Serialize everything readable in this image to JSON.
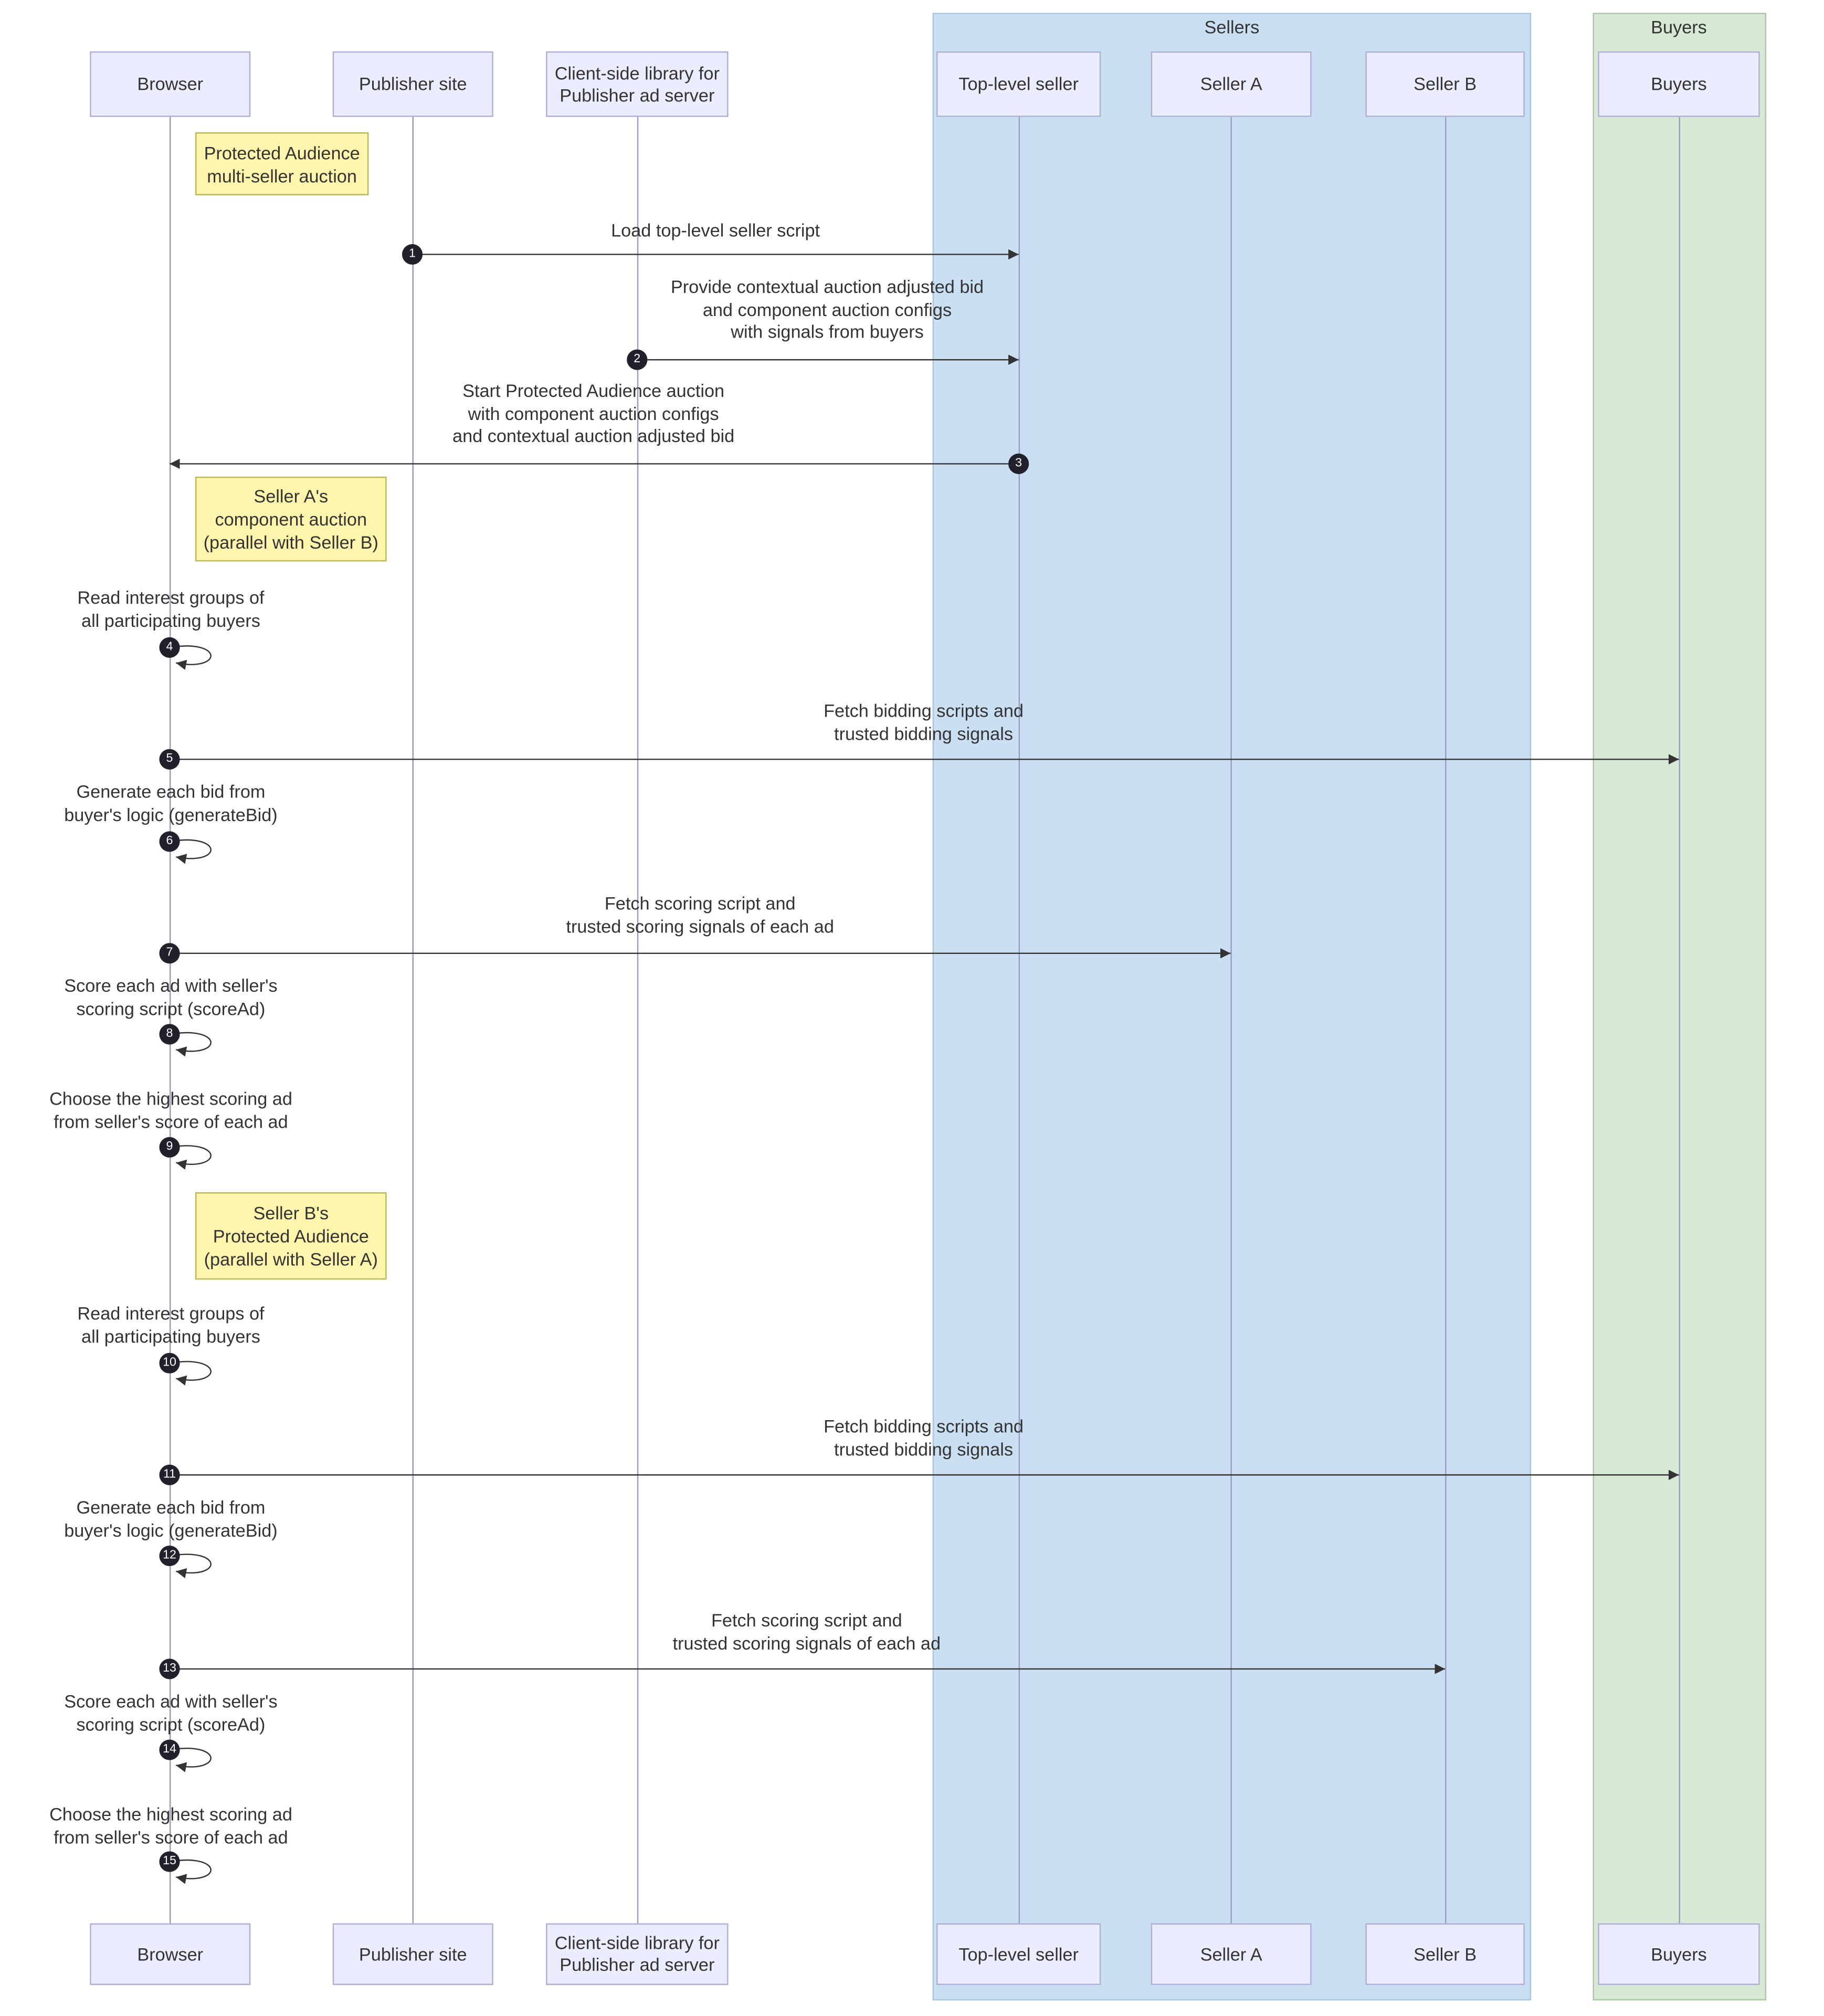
{
  "groups": [
    {
      "label": "Sellers",
      "color": "#cbdff2"
    },
    {
      "label": "Buyers",
      "color": "#d7e8d5"
    }
  ],
  "participants": [
    {
      "label": "Browser"
    },
    {
      "label": "Publisher site"
    },
    {
      "label": "Client-side library for\nPublisher ad server"
    },
    {
      "label": "Top-level seller"
    },
    {
      "label": "Seller A"
    },
    {
      "label": "Seller B"
    },
    {
      "label": "Buyers"
    }
  ],
  "notes": [
    {
      "over": "Browser",
      "text": "Protected Audience\nmulti-seller auction"
    },
    {
      "over": "Browser",
      "text": "Seller A's\ncomponent auction\n(parallel with Seller B)"
    },
    {
      "over": "Browser",
      "text": "Seller B's\nProtected Audience\n(parallel with Seller A)"
    }
  ],
  "messages": [
    {
      "num": "1",
      "from": "Publisher site",
      "to": "Top-level seller",
      "text": "Load top-level seller script"
    },
    {
      "num": "2",
      "from": "Client-side library for Publisher ad server",
      "to": "Top-level seller",
      "text": "Provide contextual auction adjusted bid\nand component auction configs\nwith signals from buyers"
    },
    {
      "num": "3",
      "from": "Top-level seller",
      "to": "Browser",
      "text": "Start Protected Audience auction\nwith component auction configs\nand contextual auction adjusted bid"
    },
    {
      "num": "4",
      "from": "Browser",
      "to": "Browser",
      "text": "Read interest groups of\nall participating buyers"
    },
    {
      "num": "5",
      "from": "Browser",
      "to": "Buyers",
      "text": "Fetch bidding scripts and\ntrusted bidding signals"
    },
    {
      "num": "6",
      "from": "Browser",
      "to": "Browser",
      "text": "Generate each bid from\nbuyer's logic (generateBid)"
    },
    {
      "num": "7",
      "from": "Browser",
      "to": "Seller A",
      "text": "Fetch scoring script and\ntrusted scoring signals of each ad"
    },
    {
      "num": "8",
      "from": "Browser",
      "to": "Browser",
      "text": "Score each ad with seller's\nscoring script (scoreAd)"
    },
    {
      "num": "9",
      "from": "Browser",
      "to": "Browser",
      "text": "Choose the highest scoring ad\nfrom seller's score of each ad"
    },
    {
      "num": "10",
      "from": "Browser",
      "to": "Browser",
      "text": "Read interest groups of\nall participating buyers"
    },
    {
      "num": "11",
      "from": "Browser",
      "to": "Buyers",
      "text": "Fetch bidding scripts and\ntrusted bidding signals"
    },
    {
      "num": "12",
      "from": "Browser",
      "to": "Browser",
      "text": "Generate each bid from\nbuyer's logic (generateBid)"
    },
    {
      "num": "13",
      "from": "Browser",
      "to": "Seller B",
      "text": "Fetch scoring script and\ntrusted scoring signals of each ad"
    },
    {
      "num": "14",
      "from": "Browser",
      "to": "Browser",
      "text": "Score each ad with seller's\nscoring script (scoreAd)"
    },
    {
      "num": "15",
      "from": "Browser",
      "to": "Browser",
      "text": "Choose the highest scoring ad\nfrom seller's score of each ad"
    }
  ],
  "colors": {
    "actor_fill": "#ececff",
    "actor_border": "#aeaed6",
    "note_fill": "#fff5ad",
    "sellers_group_fill": "#cbdff2",
    "buyers_group_fill": "#d7e8d5",
    "arrow": "#333333",
    "lifeline": "#9a9ac4"
  }
}
